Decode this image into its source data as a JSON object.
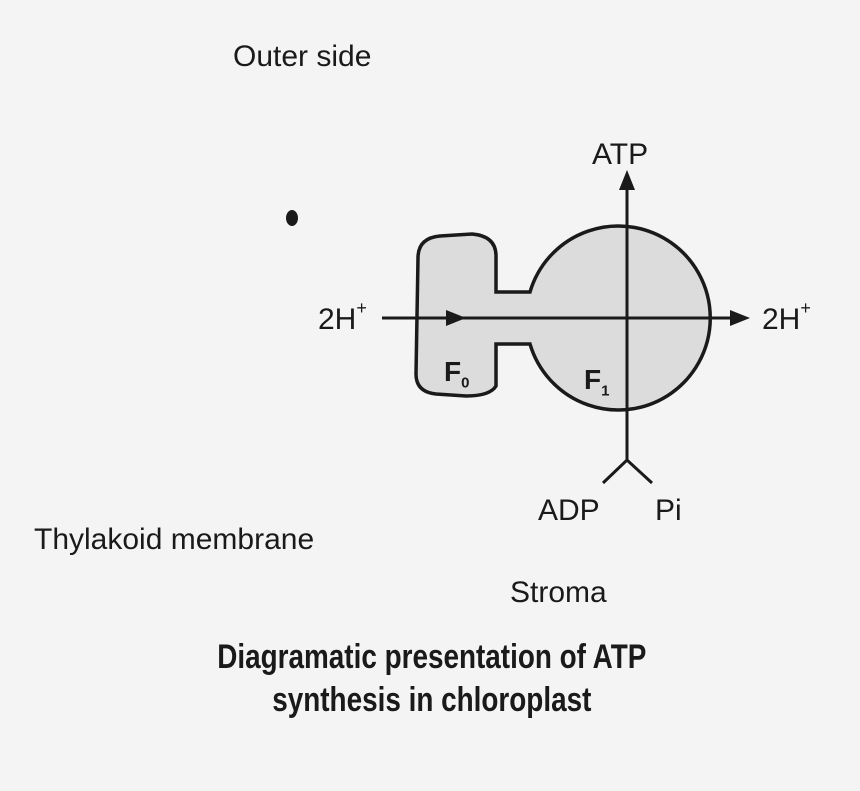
{
  "labels": {
    "outer_side": "Outer side",
    "atp": "ATP",
    "h_in": "2H",
    "h_in_sup": "+",
    "h_out": "2H",
    "h_out_sup": "+",
    "f0": "F",
    "f0_sub": "0",
    "f1": "F",
    "f1_sub": "1",
    "adp": "ADP",
    "pi": "Pi",
    "thylakoid": "Thylakoid membrane",
    "stroma": "Stroma"
  },
  "caption": {
    "line1": "Diagramatic presentation of ATP",
    "line2": "synthesis in chloroplast"
  },
  "colors": {
    "background": "#f4f4f4",
    "shape_fill": "#dcdcdc",
    "stroke": "#1a1a1a"
  }
}
